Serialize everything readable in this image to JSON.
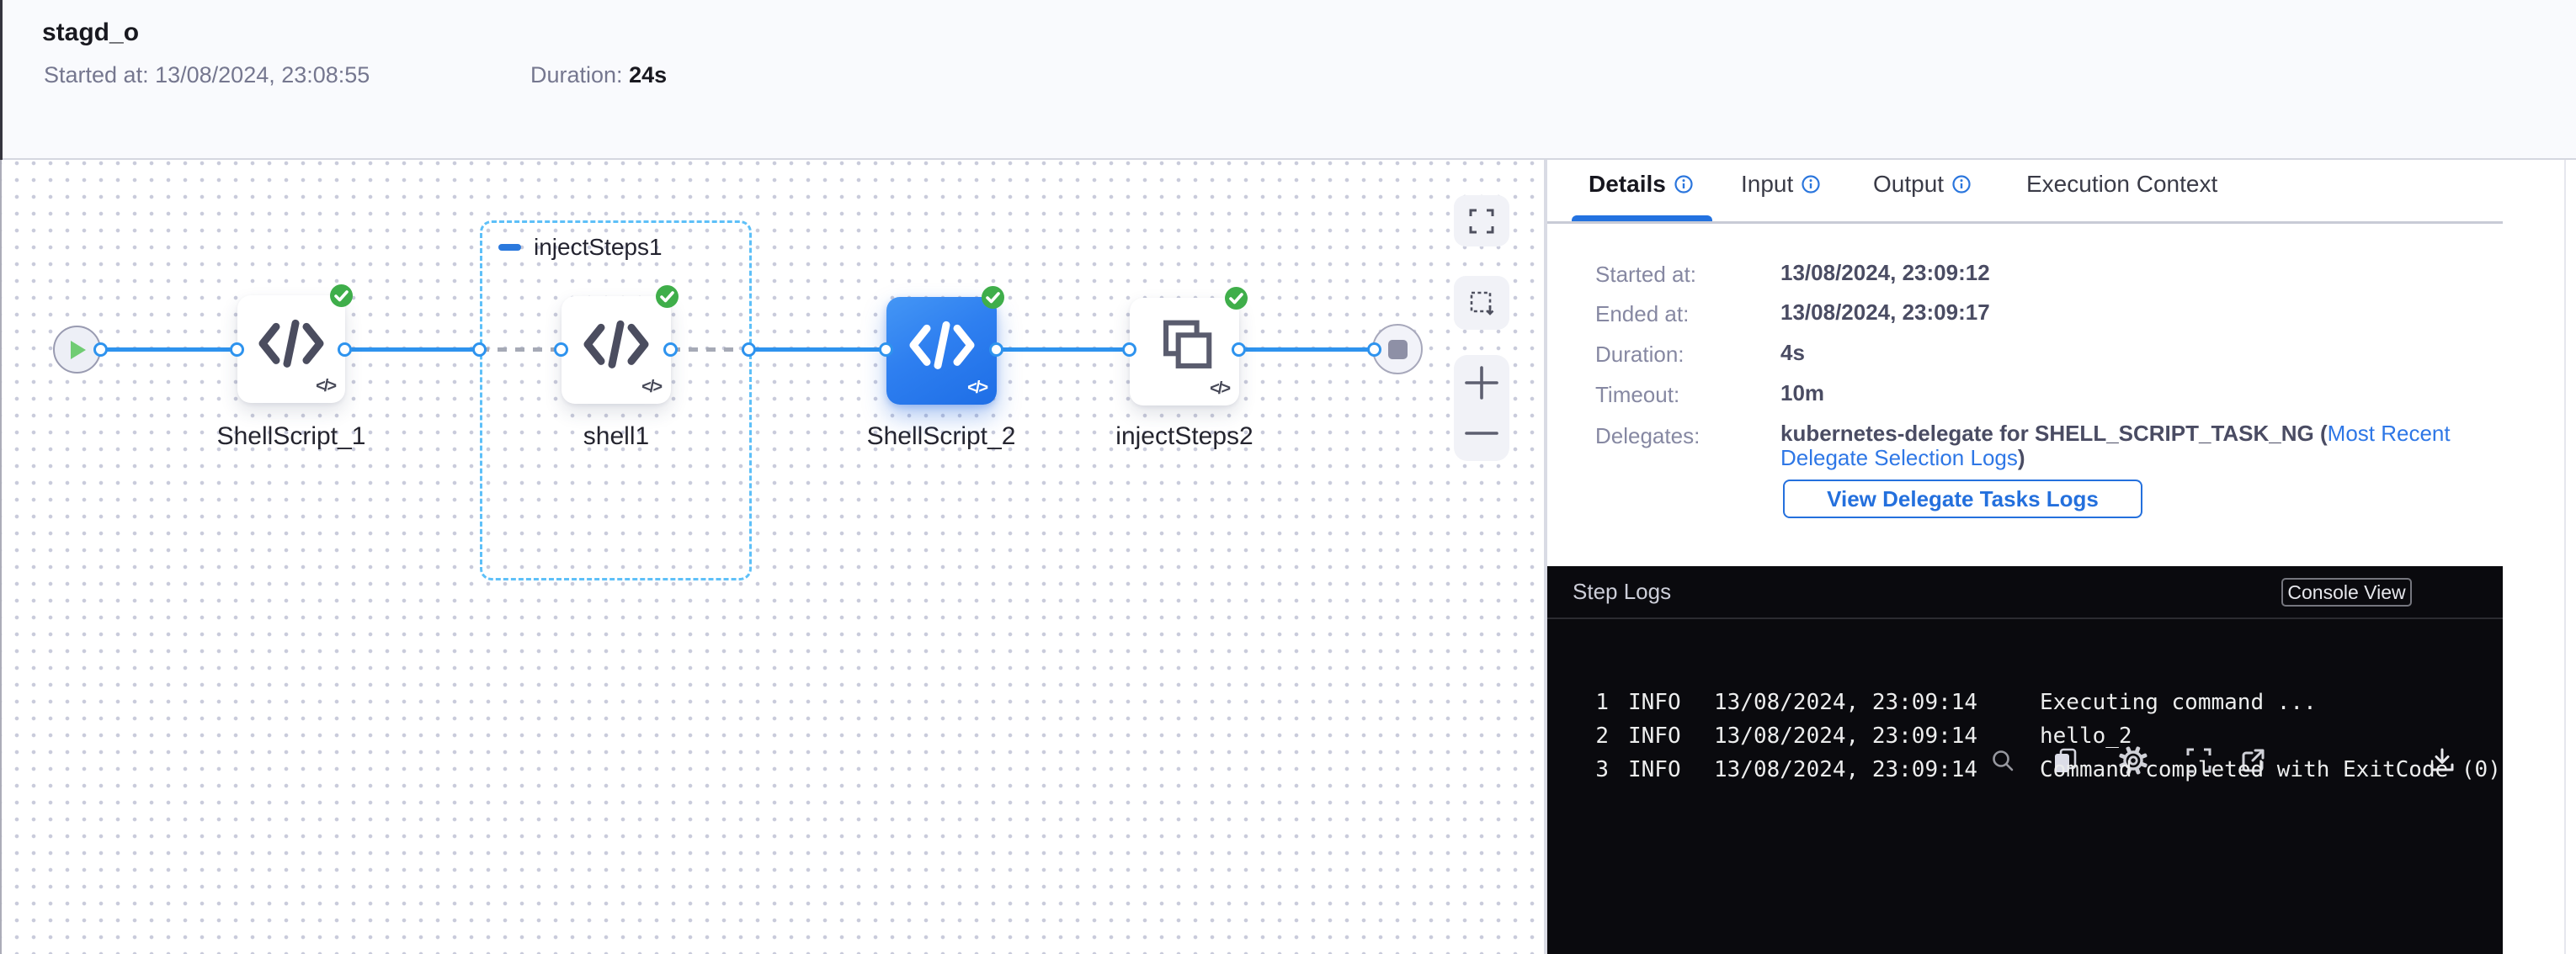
{
  "header": {
    "title": "stagd_o",
    "started_label": "Started at:",
    "started_value": "13/08/2024, 23:08:55",
    "duration_label": "Duration:",
    "duration_value": "24s"
  },
  "canvas": {
    "group1_label": "injectSteps1",
    "nodes": {
      "ss1": "ShellScript_1",
      "shell1": "shell1",
      "ss2": "ShellScript_2",
      "is2": "injectSteps2"
    },
    "corner_glyph": "</>"
  },
  "panel": {
    "tabs": {
      "details": "Details",
      "input": "Input",
      "output": "Output",
      "execution_context": "Execution Context"
    },
    "details": {
      "started_label": "Started at:",
      "started_value": "13/08/2024, 23:09:12",
      "ended_label": "Ended at:",
      "ended_value": "13/08/2024, 23:09:17",
      "duration_label": "Duration:",
      "duration_value": "4s",
      "timeout_label": "Timeout:",
      "timeout_value": "10m",
      "delegates_label": "Delegates:",
      "delegates_bold": "kubernetes-delegate for SHELL_SCRIPT_TASK_NG",
      "delegates_open": " (",
      "delegates_link1": "Most Recent",
      "delegates_link2": "Delegate Selection Logs",
      "delegates_close": ")",
      "button_label": "View Delegate Tasks Logs"
    }
  },
  "logs": {
    "title": "Step Logs",
    "console_view": "Console View",
    "rows": [
      {
        "num": "1",
        "level": "INFO",
        "time": "13/08/2024, 23:09:14",
        "message": "Executing command ..."
      },
      {
        "num": "2",
        "level": "INFO",
        "time": "13/08/2024, 23:09:14",
        "message": "hello_2"
      },
      {
        "num": "3",
        "level": "INFO",
        "time": "13/08/2024, 23:09:14",
        "message": "Command completed with ExitCode (0)"
      }
    ]
  },
  "colors": {
    "accent_blue": "#2e93ee",
    "selected_node_blue": "#2e7ff0",
    "success_green": "#3fae4a",
    "link_blue": "#2e77e6",
    "group_dash_blue": "#5ec0f8",
    "logs_bg": "#0a0a0e"
  }
}
